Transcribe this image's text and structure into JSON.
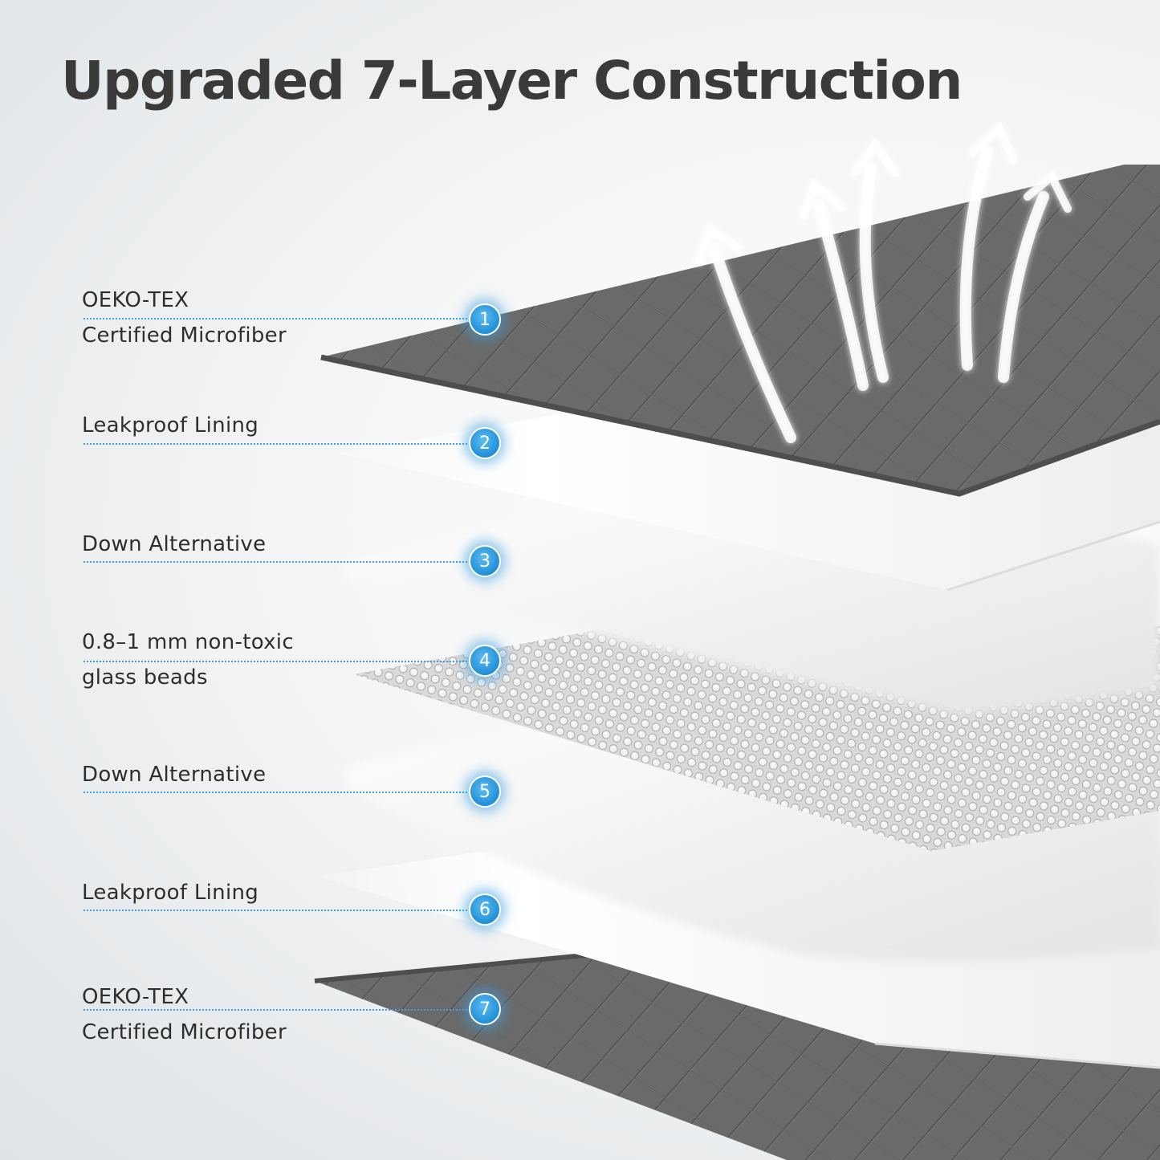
{
  "title": "Upgraded 7-Layer Construction",
  "layers": [
    {
      "number": "1",
      "line1": "OEKO-TEX",
      "line2": "Certified Microfiber",
      "material": "gray quilted microfiber"
    },
    {
      "number": "2",
      "line1": "Leakproof Lining",
      "line2": "",
      "material": "white lining"
    },
    {
      "number": "3",
      "line1": "Down Alternative",
      "line2": "",
      "material": "white fill"
    },
    {
      "number": "4",
      "line1": "0.8–1 mm non-toxic",
      "line2": "glass beads",
      "material": "glass beads"
    },
    {
      "number": "5",
      "line1": "Down Alternative",
      "line2": "",
      "material": "white fill"
    },
    {
      "number": "6",
      "line1": "Leakproof Lining",
      "line2": "",
      "material": "white lining"
    },
    {
      "number": "7",
      "line1": "OEKO-TEX",
      "line2": "Certified Microfiber",
      "material": "gray quilted microfiber"
    }
  ],
  "colors": {
    "accent": "#2a94dc",
    "fabric_gray": "#6b6b6b",
    "title_text": "#3a3a3a"
  },
  "icons": [
    "airflow-arrow-icon"
  ]
}
